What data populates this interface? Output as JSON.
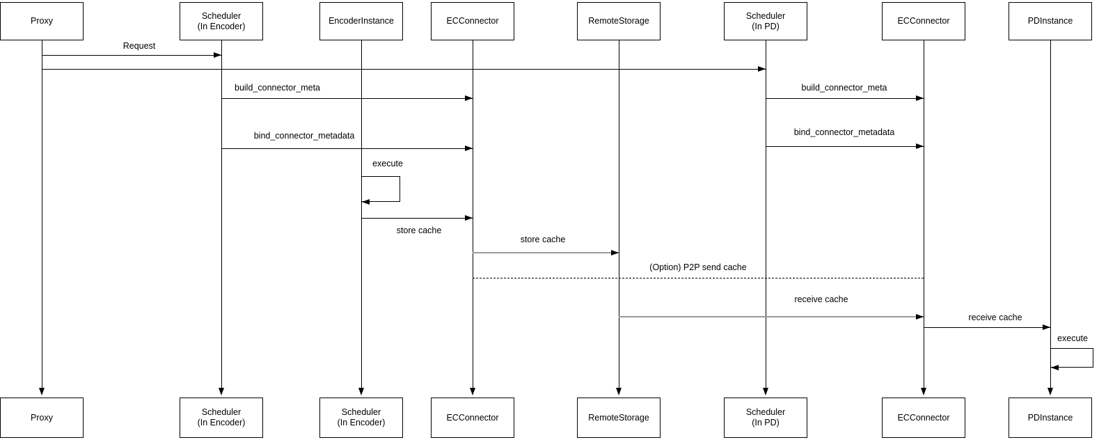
{
  "diagram": {
    "type": "sequence-diagram",
    "actors_top": [
      "Proxy",
      "Scheduler\n(In Encoder)",
      "EncoderInstance",
      "ECConnector",
      "RemoteStorage",
      "Scheduler\n(In PD)",
      "ECConnector",
      "PDInstance"
    ],
    "actors_bottom": [
      "Proxy",
      "Scheduler\n(In Encoder)",
      "Scheduler\n(In Encoder)",
      "ECConnector",
      "RemoteStorage",
      "Scheduler\n(In PD)",
      "ECConnector",
      "PDInstance"
    ],
    "messages": {
      "request": "Request",
      "build_connector_meta_encoder": "build_connector_meta",
      "bind_connector_metadata_encoder": "bind_connector_metadata",
      "execute_encoder": "execute",
      "store_cache_to_ec": "store cache",
      "store_cache_to_remote": "store cache",
      "build_connector_meta_pd": "build_connector_meta",
      "bind_connector_metadata_pd": "bind_connector_metadata",
      "p2p_send_cache": "(Option) P2P send cache",
      "receive_cache_to_ec": "receive cache",
      "receive_cache_to_pd": "receive cache",
      "execute_pd": "execute"
    },
    "colors": {
      "stroke": "#000000",
      "gray_stroke": "#999999",
      "box_fill": "#ffffff",
      "background": "#ffffff"
    }
  }
}
